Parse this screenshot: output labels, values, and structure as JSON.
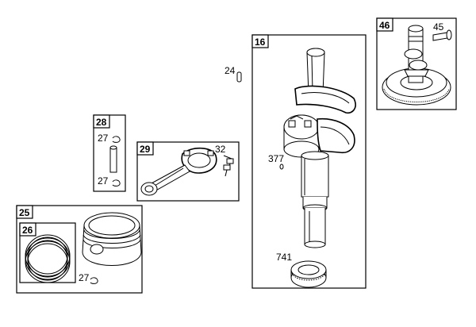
{
  "diagram": {
    "groups": {
      "crankshaft": "16",
      "cam_gear": "46",
      "pin_group": "28",
      "rod_group": "29",
      "piston_group": "25",
      "ring_group": "26"
    },
    "parts": {
      "cam_pin": "45",
      "dowel": "24",
      "clip_top": "27",
      "clip_bottom": "27",
      "rod_bolt": "32",
      "key": "377",
      "gear": "741",
      "piston_clip": "27"
    }
  }
}
